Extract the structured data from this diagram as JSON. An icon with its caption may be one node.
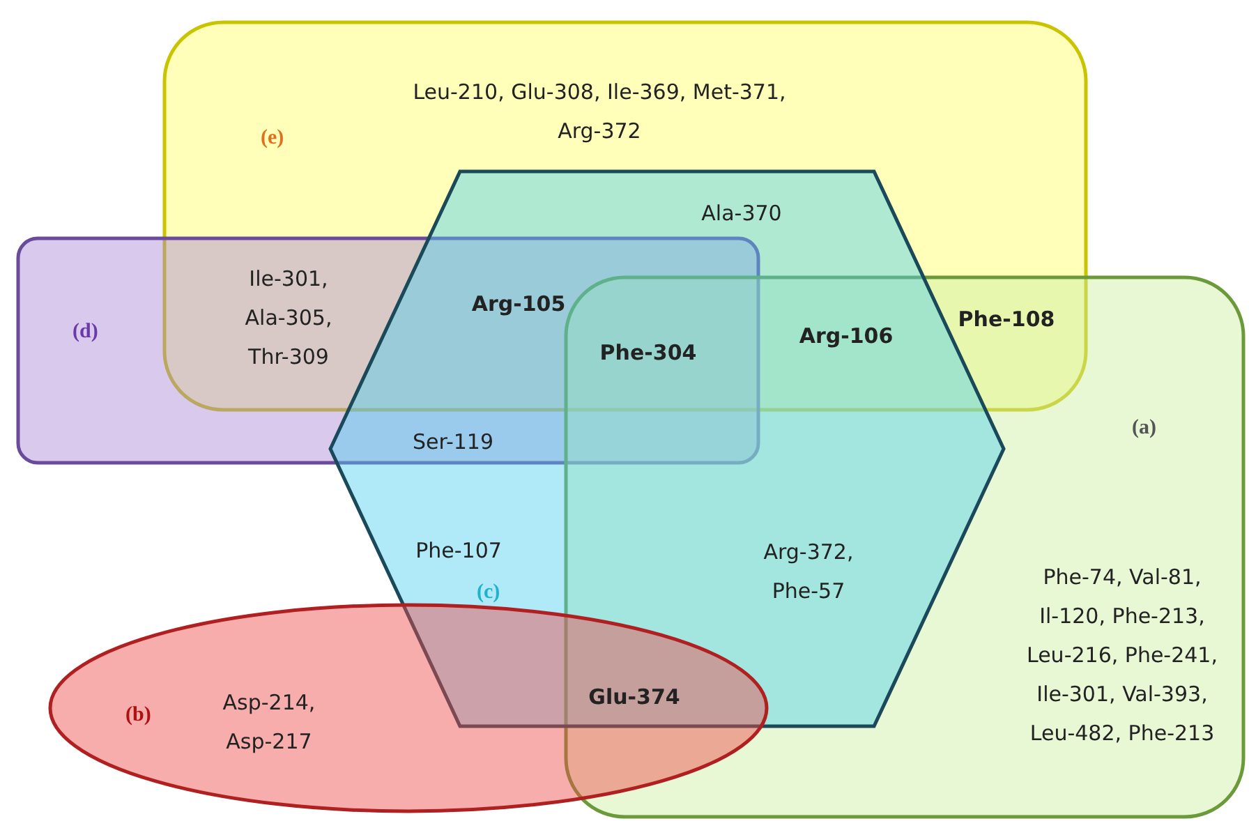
{
  "diagram": {
    "nodes": [
      {
        "text": [
          "(e)"
        ]
      },
      {
        "text": [
          "(d)"
        ]
      },
      {
        "text": [
          "(a)"
        ]
      },
      {
        "text": [
          "(c)"
        ]
      },
      {
        "text": [
          "(b)"
        ]
      }
    ],
    "labels": [
      "Leu-210, Glu-308, Ile-369, Met-371, Arg-372",
      "Ala-370",
      "Ile-301, Ala-305, Thr-309",
      "Arg-105",
      "Phe-108",
      "Arg-106",
      "Phe-304",
      "Ser-119",
      "Phe-107",
      "Arg-372, Phe-57",
      "Phe-74, Val-81, Il-120, Phe-213, Leu-216, Phe-241, Ile-301, Val-393, Leu-482, Phe-213",
      "Asp-214, Asp-217",
      "Glu-374"
    ]
  }
}
